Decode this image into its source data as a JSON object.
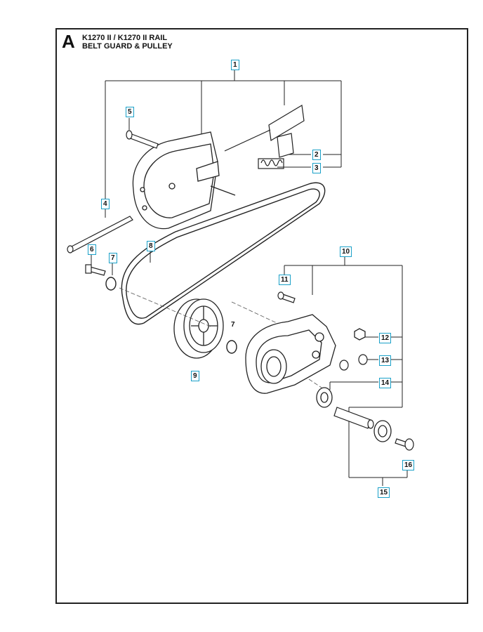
{
  "header": {
    "section_letter": "A",
    "title_line1": "K1270 II / K1270 II RAIL",
    "title_line2": "BELT GUARD & PULLEY"
  },
  "callouts": [
    "1",
    "2",
    "3",
    "4",
    "5",
    "6",
    "7",
    "8",
    "9",
    "7",
    "10",
    "11",
    "12",
    "13",
    "14",
    "15",
    "16"
  ],
  "colors": {
    "callout_border": "#1aa0c8",
    "line": "#222222"
  }
}
